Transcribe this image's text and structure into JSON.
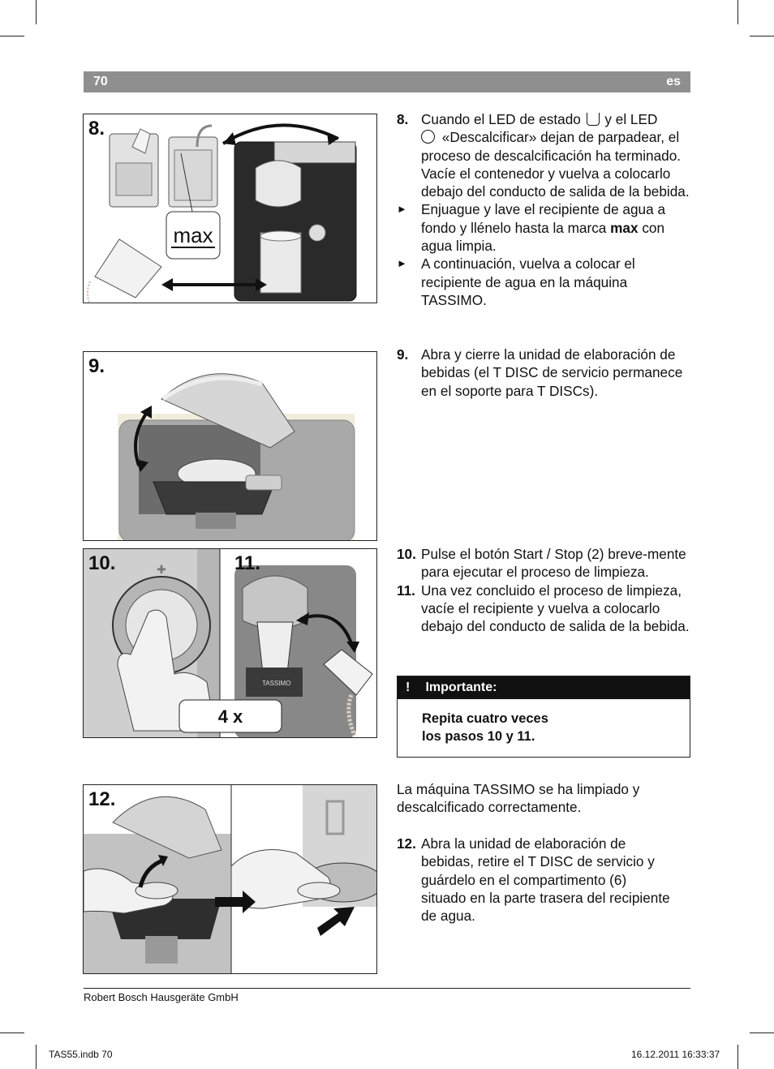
{
  "header": {
    "page_number": "70",
    "language": "es"
  },
  "figures": {
    "fig8": {
      "number": "8.",
      "label": "max"
    },
    "fig9": {
      "number": "9."
    },
    "fig10": {
      "number": "10."
    },
    "fig11": {
      "number": "11.",
      "label": "4 x",
      "brand": "TASSIMO"
    },
    "fig12": {
      "number": "12."
    }
  },
  "step8": {
    "num": "8.",
    "line_a": "Cuando el LED de estado",
    "line_b": "y el LED",
    "text_rest": "«Descalcificar» dejan de parpadear, el proceso de descalcificación ha terminado. Vacíe el contenedor y vuelva a colocarlo debajo del conducto de salida de la bebida.",
    "bullet1_pre": "Enjuague y lave el recipiente de agua a fondo y llénelo hasta la marca",
    "bullet1_bold": "max",
    "bullet1_post": "con agua limpia.",
    "bullet2": "A continuación, vuelva a colocar el recipiente de agua en la máquina TASSIMO."
  },
  "step9": {
    "num": "9.",
    "text": "Abra y cierre la unidad de elaboración de bebidas (el T DISC de servicio permanece en el soporte para T DISCs)."
  },
  "step10": {
    "num": "10.",
    "text": "Pulse el botón Start / Stop (2) breve-mente para ejecutar el proceso de limpieza."
  },
  "step11": {
    "num": "11.",
    "text": "Una vez concluido el proceso de limpieza, vacíe el recipiente y vuelva a colocarlo debajo del conducto de salida de la bebida."
  },
  "important": {
    "mark": "!",
    "title": "Importante:",
    "line1": "Repita cuatro veces",
    "line2": "los pasos 10 y 11."
  },
  "summary": "La máquina TASSIMO se ha limpiado y descalcificado correctamente.",
  "step12": {
    "num": "12.",
    "text": "Abra la unidad de elaboración de bebidas, retire el T DISC de servicio y guárdelo en el compartimento (6) situado en la parte trasera del recipiente  de agua."
  },
  "footer": {
    "company": "Robert Bosch Hausgeräte GmbH",
    "file": "TAS55.indb   70",
    "date": "16.12.2011   16:33:37"
  }
}
